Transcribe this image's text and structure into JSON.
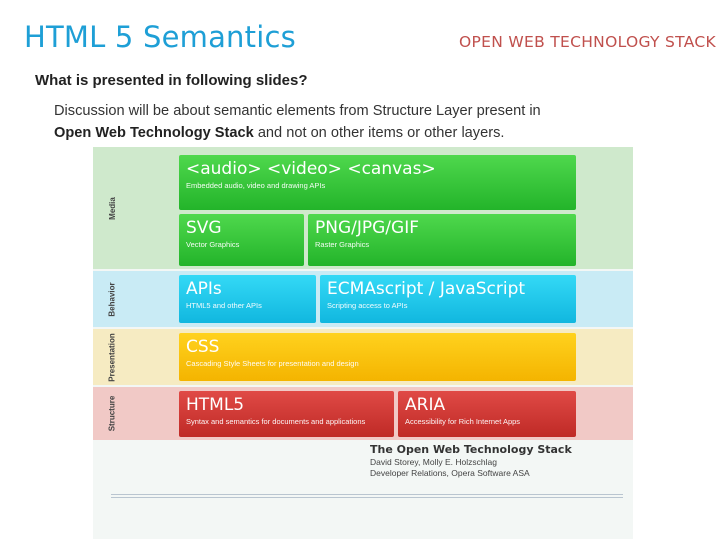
{
  "slide": {
    "title": "HTML 5 Semantics",
    "brand": "Open Web Technology Stack",
    "question": "What is presented in following slides?",
    "desc_part1": "Discussion will be about semantic elements from Structure Layer present in",
    "desc_bold": "Open Web Technology Stack",
    "desc_part2": " and not on other items or other layers."
  },
  "diagram": {
    "layers": {
      "media": "Media",
      "behavior": "Behavior",
      "presentation": "Presentation",
      "structure": "Structure"
    },
    "blocks": {
      "av": {
        "title": "<audio> <video> <canvas>",
        "sub": "Embedded audio, video and drawing APIs"
      },
      "svg": {
        "title": "SVG",
        "sub": "Vector Graphics"
      },
      "png": {
        "title": "PNG/JPG/GIF",
        "sub": "Raster Graphics"
      },
      "apis": {
        "title": "APIs",
        "sub": "HTML5 and other APIs"
      },
      "ecma": {
        "title": "ECMAscript / JavaScript",
        "sub": "Scripting access to APIs"
      },
      "css": {
        "title": "CSS",
        "sub": "Cascading Style Sheets for presentation and design"
      },
      "html5": {
        "title": "HTML5",
        "sub": "Syntax and semantics for documents and applications"
      },
      "aria": {
        "title": "ARIA",
        "sub": "Accessibility for Rich Internet Apps"
      }
    },
    "caption": {
      "title": "The Open Web Technology Stack",
      "line1": "David Storey, Molly E. Holzschlag",
      "line2": "Developer Relations, Opera Software ASA"
    },
    "colors": {
      "media": "#23b42a",
      "behavior": "#11b7df",
      "presentation": "#f4b400",
      "structure": "#bf2a26",
      "title": "#1e9fd6",
      "brand": "#c0504d"
    }
  }
}
